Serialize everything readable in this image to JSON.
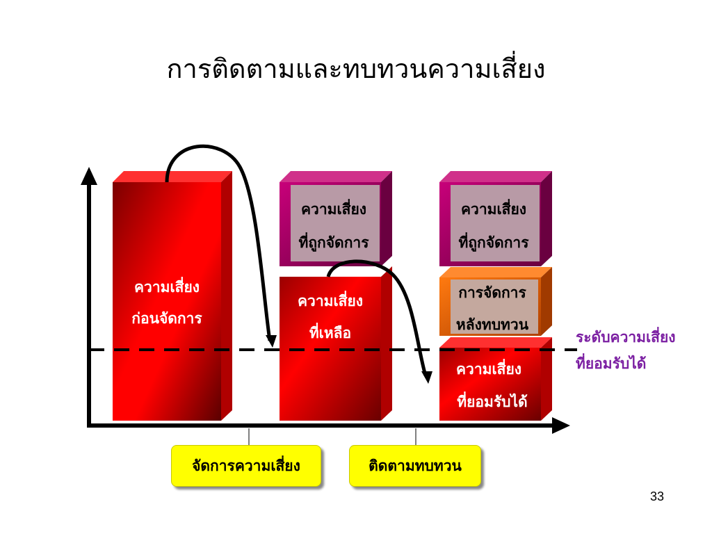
{
  "title": "การติดตามและทบทวนความเสี่ยง",
  "bars": {
    "before": {
      "line1": "ความเสี่ยง",
      "line2": "ก่อนจัดการ"
    },
    "managed1": {
      "line1": "ความเสี่ยง",
      "line2": "ที่ถูกจัดการ"
    },
    "residual": {
      "line1": "ความเสี่ยง",
      "line2": "ที่เหลือ"
    },
    "managed2": {
      "line1": "ความเสี่ยง",
      "line2": "ที่ถูกจัดการ"
    },
    "after_review": {
      "line1": "การจัดการ",
      "line2": "หลังทบทวน"
    },
    "acceptable": {
      "line1": "ความเสี่ยง",
      "line2": "ที่ยอมรับได้"
    }
  },
  "threshold": {
    "line1": "ระดับความเสี่ยง",
    "line2": "ที่ยอมรับได้"
  },
  "buttons": {
    "manage": "จัดการความเสี่ยง",
    "monitor": "ติดตามทบทวน"
  },
  "page_number": "33",
  "colors": {
    "red": "#ff0000",
    "dark_red": "#8b0000",
    "magenta": "#a0005a",
    "mauve_panel": "#b89aa6",
    "orange": "#e06000",
    "threshold_text": "#7b1fa2",
    "button": "#ffff00"
  }
}
